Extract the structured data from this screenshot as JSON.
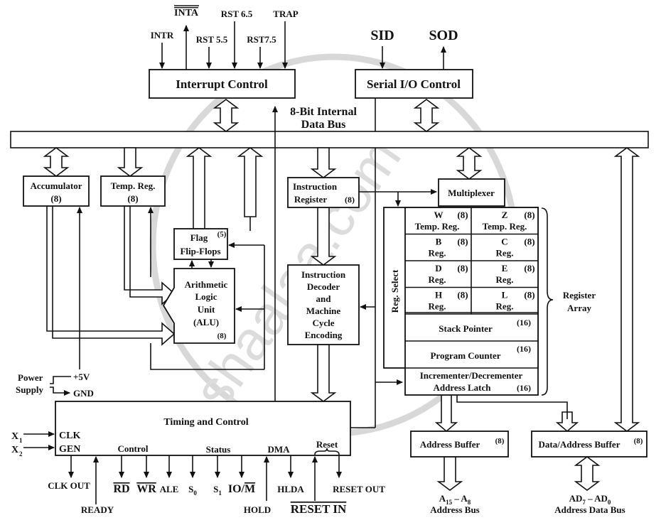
{
  "interrupts": {
    "inta": "INTA",
    "intr": "INTR",
    "rst55": "RST 5.5",
    "rst65": "RST 6.5",
    "rst75": "RST7.5",
    "trap": "TRAP",
    "block": "Interrupt Control"
  },
  "serial": {
    "sid": "SID",
    "sod": "SOD",
    "block": "Serial I/O Control"
  },
  "bus": {
    "label_line1": "8-Bit Internal",
    "label_line2": "Data Bus"
  },
  "accumulator": {
    "name": "Accumulator",
    "size": "(8)"
  },
  "temp_reg": {
    "name": "Temp. Reg.",
    "size": "(8)"
  },
  "flags": {
    "line1": "Flag",
    "line2": "Flip-Flops",
    "size": "(5)"
  },
  "alu": {
    "line1": "Arithmetic",
    "line2": "Logic",
    "line3": "Unit",
    "line4": "(ALU)",
    "size": "(8)"
  },
  "instruction_register": {
    "name": "Instruction",
    "name2": "Register",
    "size": "(8)"
  },
  "decoder": {
    "line1": "Instruction",
    "line2": "Decoder",
    "line3": "and",
    "line4": "Machine",
    "line5": "Cycle",
    "line6": "Encoding"
  },
  "multiplexer": "Multiplexer",
  "register_array": {
    "reg_select": "Reg. Select",
    "label1": "Register",
    "label2": "Array",
    "pairs": [
      {
        "left": "W",
        "left_sub": "Temp. Reg.",
        "right": "Z",
        "right_sub": "Temp. Reg.",
        "size": "(8)"
      },
      {
        "left": "B",
        "left_sub": "Reg.",
        "right": "C",
        "right_sub": "Reg.",
        "size": "(8)"
      },
      {
        "left": "D",
        "left_sub": "Reg.",
        "right": "E",
        "right_sub": "Reg.",
        "size": "(8)"
      },
      {
        "left": "H",
        "left_sub": "Reg.",
        "right": "L",
        "right_sub": "Reg.",
        "size": "(8)"
      }
    ],
    "stack_pointer": "Stack Pointer",
    "program_counter": "Program Counter",
    "size16": "(16)",
    "incdec1": "Incrementer/Decrementer",
    "incdec2": "Address Latch"
  },
  "power": {
    "line1": "Power",
    "line2": "Supply",
    "vcc": "+5V",
    "gnd": "GND"
  },
  "timing": {
    "block": "Timing and Control",
    "clk": "CLK",
    "gen": "GEN",
    "x1": "X",
    "x2": "X",
    "x1_sub": "1",
    "x2_sub": "2",
    "control": "Control",
    "status": "Status",
    "dma": "DMA",
    "reset": "Reset",
    "clk_out": "CLK OUT",
    "ready": "READY",
    "rd": "RD",
    "wr": "WR",
    "ale": "ALE",
    "s0": "S",
    "s0_sub": "0",
    "s1": "S",
    "s1_sub": "1",
    "io_m": "IO/",
    "m": "M",
    "hold": "HOLD",
    "hlda": "HLDA",
    "reset_in": "RESET IN",
    "reset_out": "RESET OUT"
  },
  "address_buffer": {
    "name": "Address Buffer",
    "size": "(8)",
    "bus1": "A",
    "bus1_sub1": "15",
    "bus1_mid": " – A",
    "bus1_sub2": "8",
    "bus2": "Address Bus"
  },
  "data_address_buffer": {
    "name": "Data/Address Buffer",
    "size": "(8)",
    "bus1": "AD",
    "bus1_sub1": "7",
    "bus1_mid": " – AD",
    "bus1_sub2": "0",
    "bus2": "Address Data Bus"
  },
  "watermark": "shaalaa.com"
}
